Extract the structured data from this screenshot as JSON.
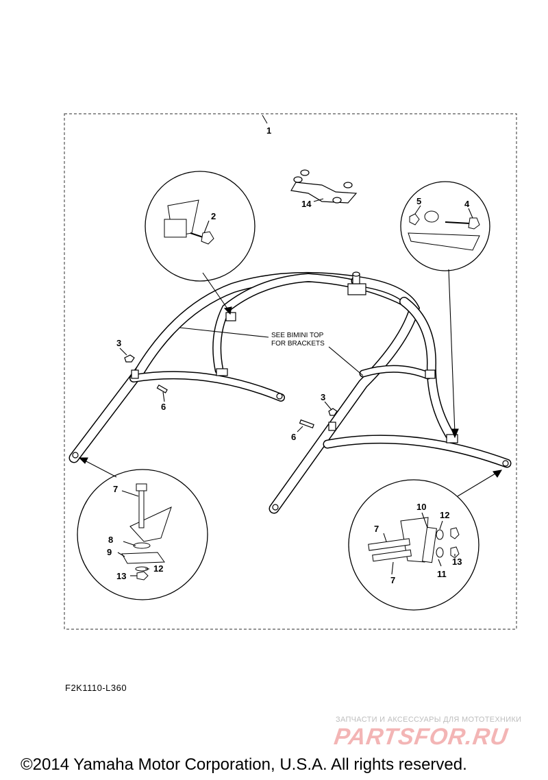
{
  "diagram": {
    "callouts": [
      "1",
      "2",
      "3",
      "4",
      "5",
      "6",
      "7",
      "8",
      "9",
      "10",
      "11",
      "12",
      "13",
      "14"
    ],
    "note_line1": "SEE BIMINI TOP",
    "note_line2": "FOR BRACKETS"
  },
  "figure_code": "F2K1110-L360",
  "watermark": {
    "tagline": "ЗАПЧАСТИ И АКСЕССУАРЫ ДЛЯ МОТОТЕХНИКИ",
    "logo": "PARTSFOR.RU"
  },
  "footer": {
    "copyright": "©2014 Yamaha Motor Corporation, U.S.A. All rights reserved."
  }
}
